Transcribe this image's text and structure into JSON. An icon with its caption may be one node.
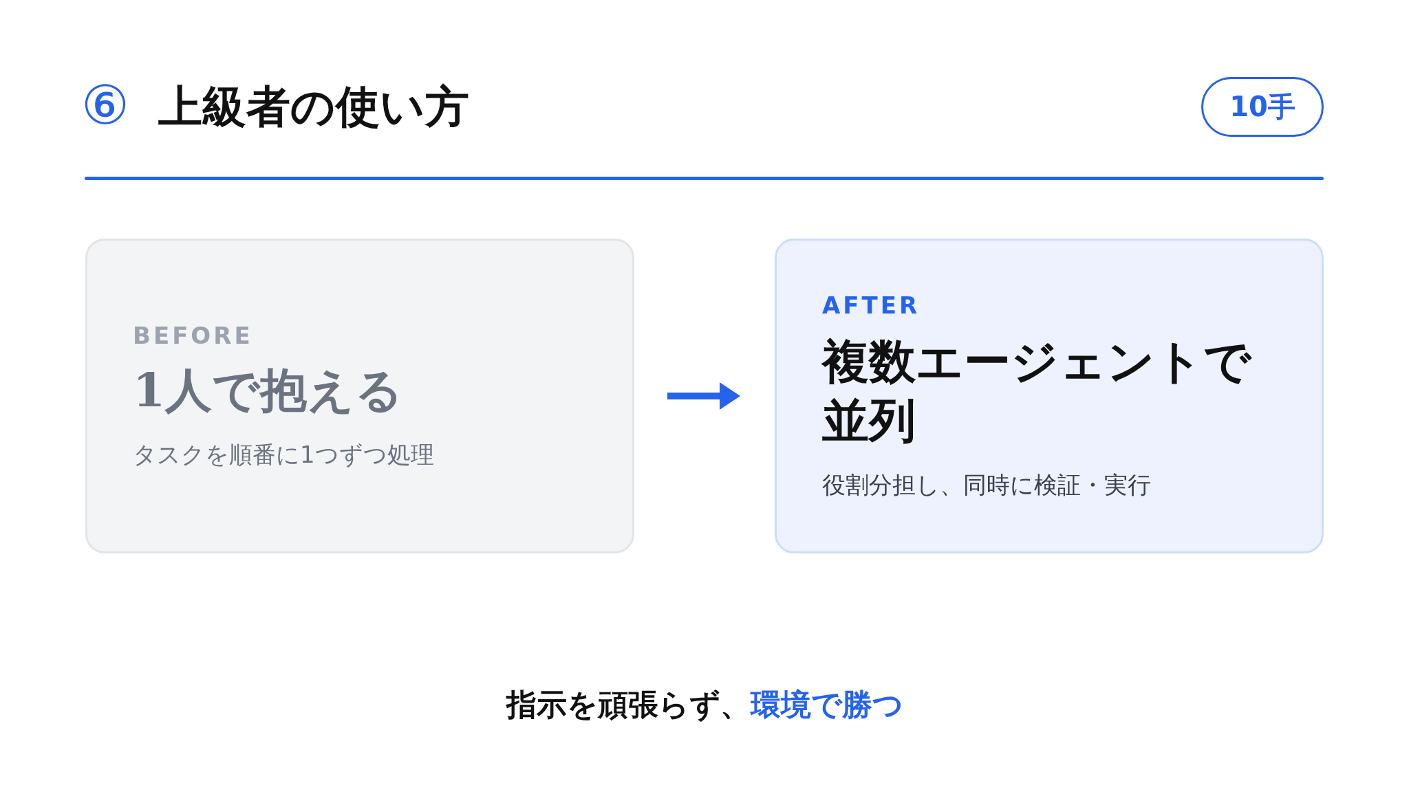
{
  "diagram": {
    "title": "上級者の使い方",
    "nodes": [
      {
        "text": [
          "10手"
        ]
      },
      {
        "text": [
          "BEFORE",
          "1人で抱える",
          "タスクを順番に1つずつ処理"
        ]
      },
      {
        "text": [
          "AFTER",
          "複数エージェントで並列",
          "役割分担し、同時に検証・実行"
        ]
      }
    ],
    "edges": [
      {
        "from": 1,
        "to": 2,
        "arrow": "to"
      }
    ],
    "labels": [
      "⑥",
      "指示を頑張らず、",
      "環境で勝つ"
    ]
  }
}
